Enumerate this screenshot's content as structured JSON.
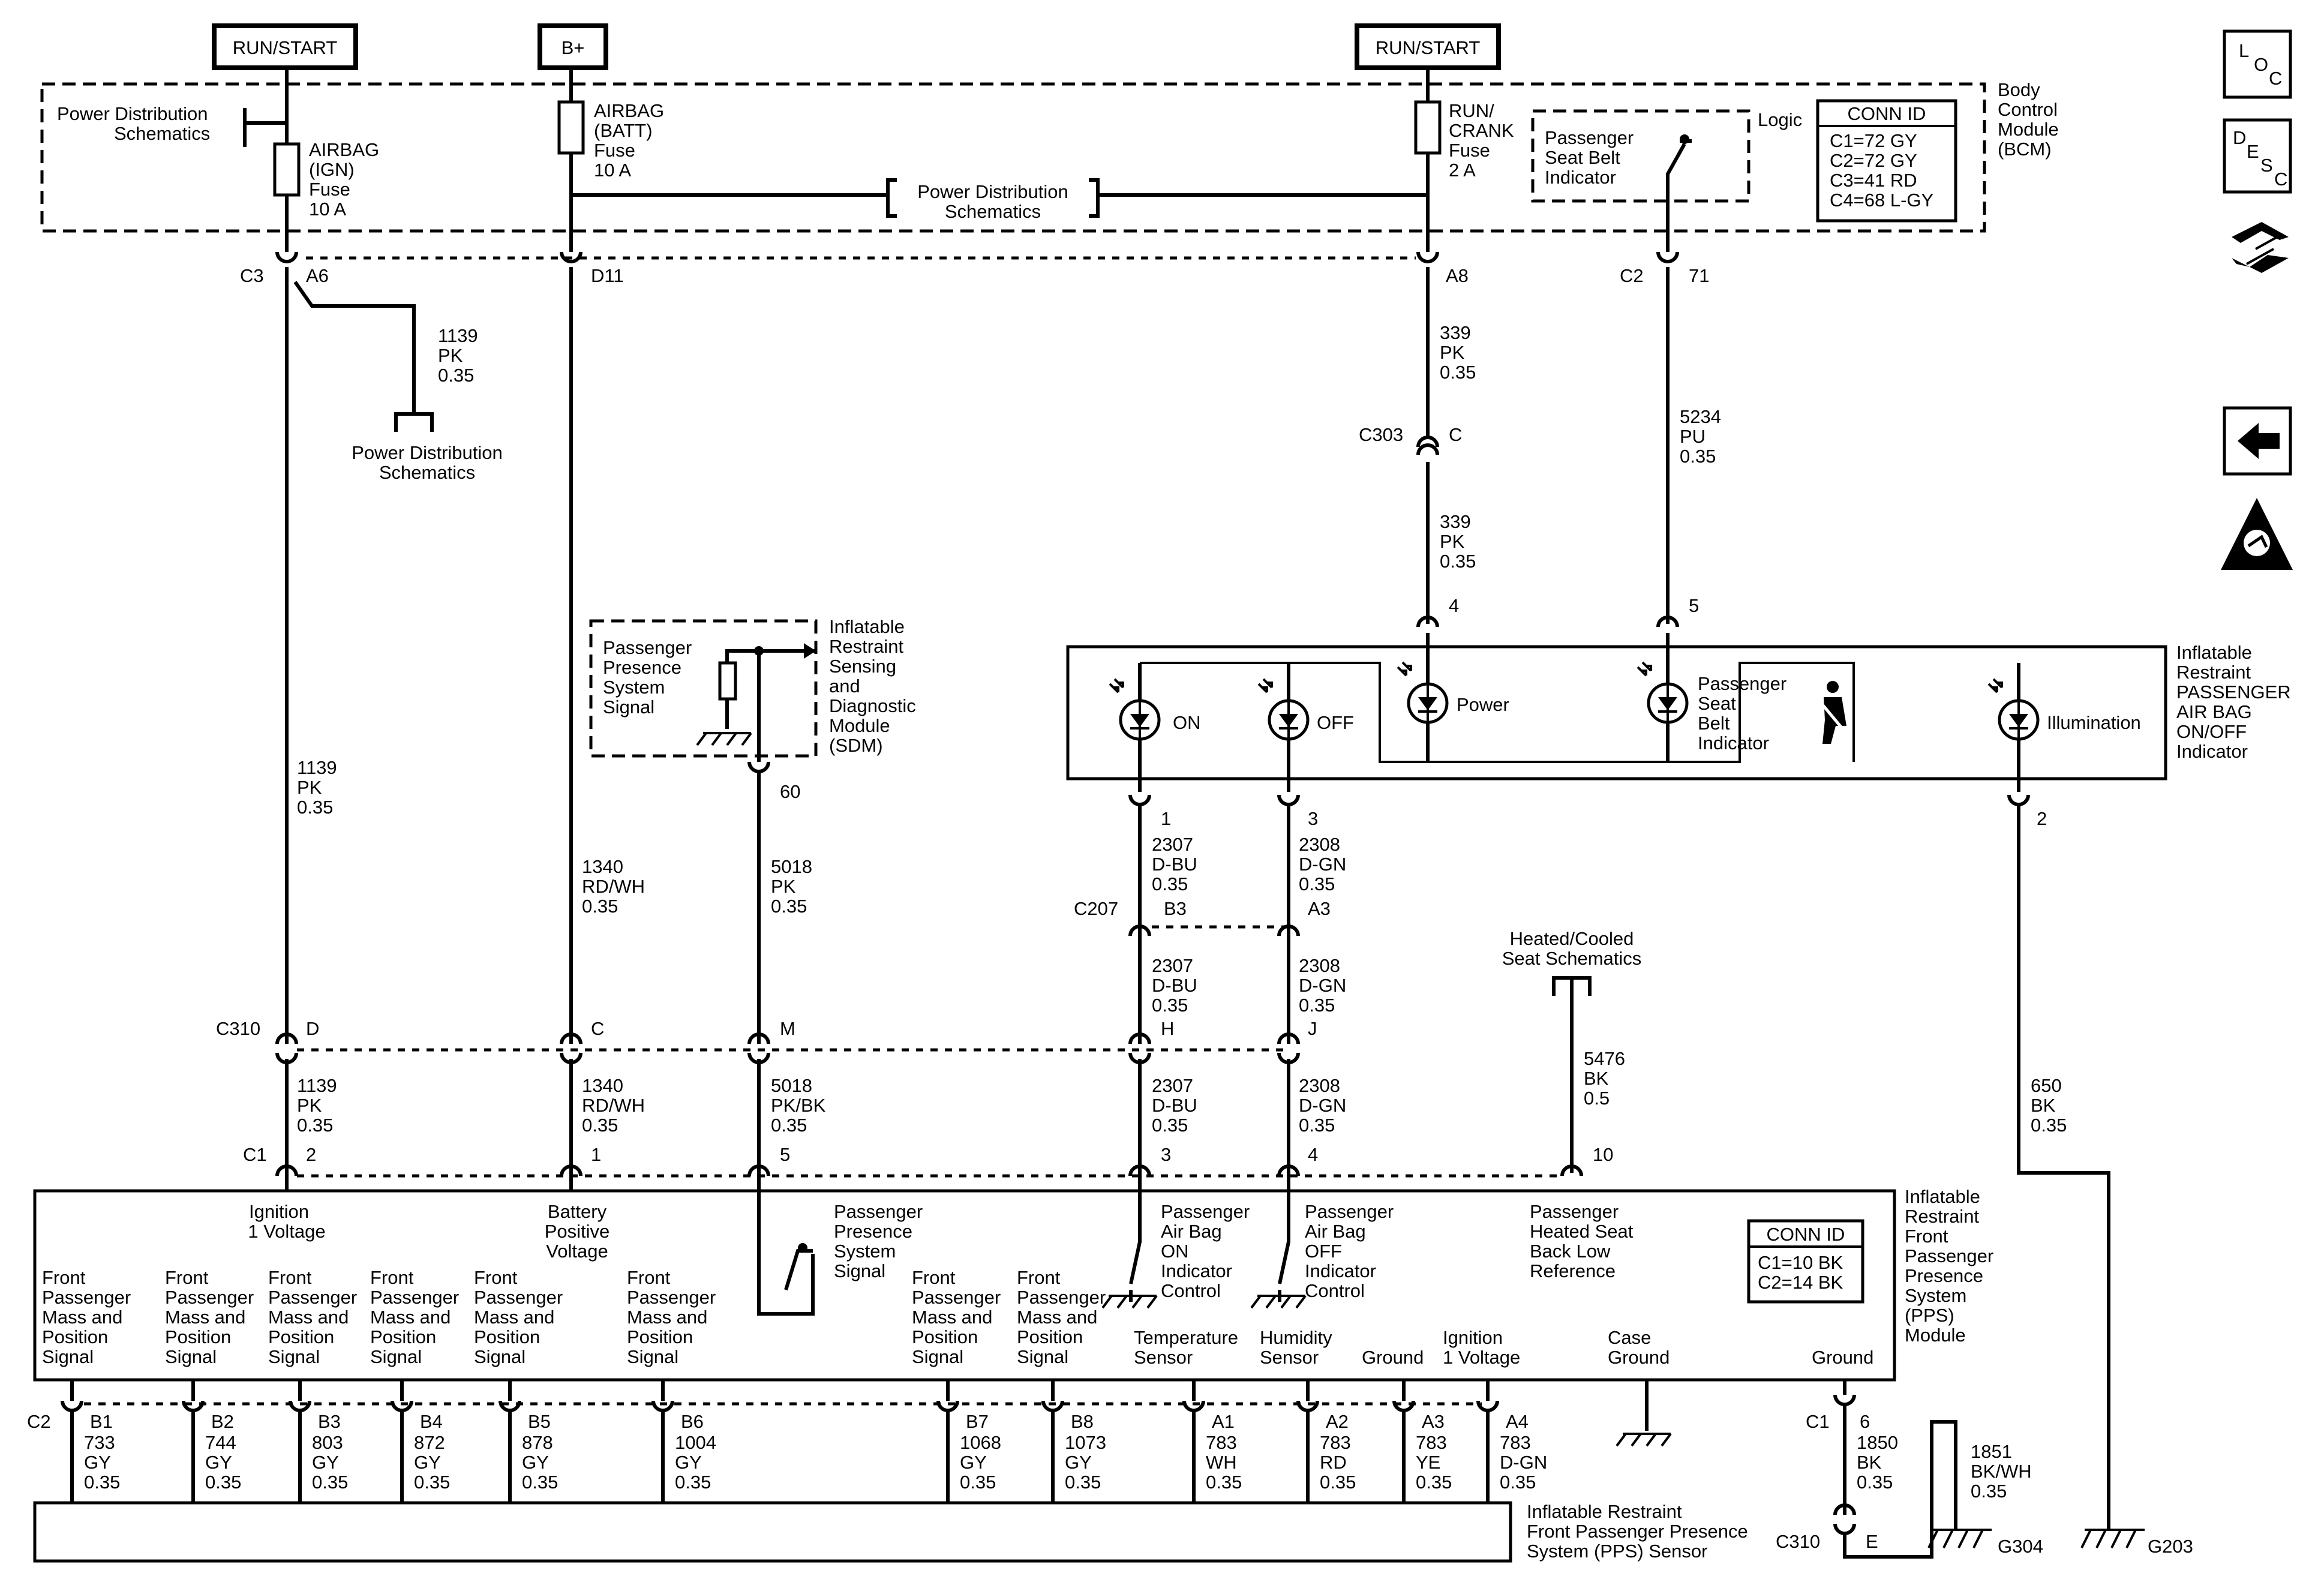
{
  "title_labels": {
    "run_start_left": "RUN/START",
    "b_plus": "B+",
    "run_start_right": "RUN/START"
  },
  "bcm": {
    "name": [
      "Body",
      "Control",
      "Module",
      "(BCM)"
    ],
    "power_dist_left": [
      "Power Distribution",
      "Schematics"
    ],
    "power_dist_center": [
      "Power Distribution",
      "Schematics"
    ],
    "fuse_ign": [
      "AIRBAG",
      "(IGN)",
      "Fuse",
      "10 A"
    ],
    "fuse_batt": [
      "AIRBAG",
      "(BATT)",
      "Fuse",
      "10 A"
    ],
    "fuse_run": [
      "RUN/",
      "CRANK",
      "Fuse",
      "2 A"
    ],
    "logic_label": "Logic",
    "seat_belt_indicator": [
      "Passenger",
      "Seat Belt",
      "Indicator"
    ],
    "conn_id_title": "CONN ID",
    "conn_id": [
      "C1=72 GY",
      "C2=72 GY",
      "C3=41 RD",
      "C4=68 L-GY"
    ]
  },
  "connectors_top": {
    "c3": "C3",
    "a6": "A6",
    "d11": "D11",
    "a8": "A8",
    "c2": "C2",
    "pin71": "71"
  },
  "wires": {
    "w1139_top": [
      "1139",
      "PK",
      "0.35"
    ],
    "power_dist_splice": [
      "Power Distribution",
      "Schematics"
    ],
    "w339_a": [
      "339",
      "PK",
      "0.35"
    ],
    "c303": "C303",
    "c303_pin": "C",
    "w339_b": [
      "339",
      "PK",
      "0.35"
    ],
    "w5234": [
      "5234",
      "PU",
      "0.35"
    ],
    "pin4": "4",
    "pin5": "5",
    "w1139_mid": [
      "1139",
      "PK",
      "0.35"
    ],
    "w1340_mid": [
      "1340",
      "RD/WH",
      "0.35"
    ],
    "w5018_mid": [
      "5018",
      "PK",
      "0.35"
    ],
    "pin60": "60",
    "pin1": "1",
    "pin3": "3",
    "pin2": "2",
    "w2307_a": [
      "2307",
      "D-BU",
      "0.35"
    ],
    "w2308_a": [
      "2308",
      "D-GN",
      "0.35"
    ],
    "c207": "C207",
    "b3": "B3",
    "a3": "A3",
    "w2307_b": [
      "2307",
      "D-BU",
      "0.35"
    ],
    "w2308_b": [
      "2308",
      "D-GN",
      "0.35"
    ],
    "heated_cooled": [
      "Heated/Cooled",
      "Seat Schematics"
    ],
    "w5476": [
      "5476",
      "BK",
      "0.5"
    ],
    "w650": [
      "650",
      "BK",
      "0.35"
    ],
    "c310": "C310",
    "c310_d": "D",
    "c310_c": "C",
    "c310_m": "M",
    "c310_h": "H",
    "c310_j": "J",
    "w1139_low": [
      "1139",
      "PK",
      "0.35"
    ],
    "w1340_low": [
      "1340",
      "RD/WH",
      "0.35"
    ],
    "w5018_low": [
      "5018",
      "PK/BK",
      "0.35"
    ],
    "w2307_c": [
      "2307",
      "D-BU",
      "0.35"
    ],
    "w2308_c": [
      "2308",
      "D-GN",
      "0.35"
    ],
    "c1": "C1",
    "c1_2": "2",
    "c1_1": "1",
    "c1_5": "5",
    "c1_3": "3",
    "c1_4": "4",
    "c1_10": "10"
  },
  "sdm": {
    "name": [
      "Inflatable",
      "Restraint",
      "Sensing",
      "and",
      "Diagnostic",
      "Module",
      "(SDM)"
    ],
    "signal": [
      "Passenger",
      "Presence",
      "System",
      "Signal"
    ]
  },
  "indicator": {
    "name": [
      "Inflatable",
      "Restraint",
      "PASSENGER",
      "AIR BAG",
      "ON/OFF",
      "Indicator"
    ],
    "on": "ON",
    "off": "OFF",
    "power": "Power",
    "belt": [
      "Passenger",
      "Seat",
      "Belt",
      "Indicator"
    ],
    "illumination": "Illumination"
  },
  "pps_module": {
    "name": [
      "Inflatable",
      "Restraint",
      "Front",
      "Passenger",
      "Presence",
      "System",
      "(PPS)",
      "Module"
    ],
    "ignition_1": [
      "Ignition",
      "1 Voltage"
    ],
    "battery_positive": [
      "Battery",
      "Positive",
      "Voltage"
    ],
    "presence_signal": [
      "Passenger",
      "Presence",
      "System",
      "Signal"
    ],
    "airbag_on": [
      "Passenger",
      "Air Bag",
      "ON",
      "Indicator",
      "Control"
    ],
    "airbag_off": [
      "Passenger",
      "Air Bag",
      "OFF",
      "Indicator",
      "Control"
    ],
    "heated_seat": [
      "Passenger",
      "Heated Seat",
      "Back Low",
      "Reference"
    ],
    "conn_id_title": "CONN ID",
    "conn_id": [
      "C1=10 BK",
      "C2=14 BK"
    ],
    "mass_signal": [
      "Front",
      "Passenger",
      "Mass and",
      "Position",
      "Signal"
    ],
    "temperature": [
      "Temperature",
      "Sensor"
    ],
    "humidity": [
      "Humidity",
      "Sensor"
    ],
    "ground_a": "Ground",
    "ignition_a4": [
      "Ignition",
      "1 Voltage"
    ],
    "case_ground": [
      "Case",
      "Ground"
    ],
    "ground_c1": "Ground"
  },
  "bottom": {
    "c2": "C2",
    "pins": [
      {
        "pin": "B1",
        "wire": [
          "733",
          "GY",
          "0.35"
        ]
      },
      {
        "pin": "B2",
        "wire": [
          "744",
          "GY",
          "0.35"
        ]
      },
      {
        "pin": "B3",
        "wire": [
          "803",
          "GY",
          "0.35"
        ]
      },
      {
        "pin": "B4",
        "wire": [
          "872",
          "GY",
          "0.35"
        ]
      },
      {
        "pin": "B5",
        "wire": [
          "878",
          "GY",
          "0.35"
        ]
      },
      {
        "pin": "B6",
        "wire": [
          "1004",
          "GY",
          "0.35"
        ]
      },
      {
        "pin": "B7",
        "wire": [
          "1068",
          "GY",
          "0.35"
        ]
      },
      {
        "pin": "B8",
        "wire": [
          "1073",
          "GY",
          "0.35"
        ]
      },
      {
        "pin": "A1",
        "wire": [
          "783",
          "WH",
          "0.35"
        ]
      },
      {
        "pin": "A2",
        "wire": [
          "783",
          "RD",
          "0.35"
        ]
      },
      {
        "pin": "A3",
        "wire": [
          "783",
          "YE",
          "0.35"
        ]
      },
      {
        "pin": "A4",
        "wire": [
          "783",
          "D-GN",
          "0.35"
        ]
      }
    ],
    "c1": "C1",
    "c1_pin6": "6",
    "w1850": [
      "1850",
      "BK",
      "0.35"
    ],
    "w1851": [
      "1851",
      "BK/WH",
      "0.35"
    ],
    "c310": "C310",
    "c310_e": "E",
    "g304": "G304",
    "g203": "G203",
    "sensor": [
      "Inflatable Restraint",
      "Front Passenger Presence",
      "System (PPS) Sensor"
    ]
  },
  "nav": {
    "loc": [
      "L",
      "O",
      "C"
    ],
    "desc": [
      "D",
      "E",
      "S",
      "C"
    ]
  }
}
